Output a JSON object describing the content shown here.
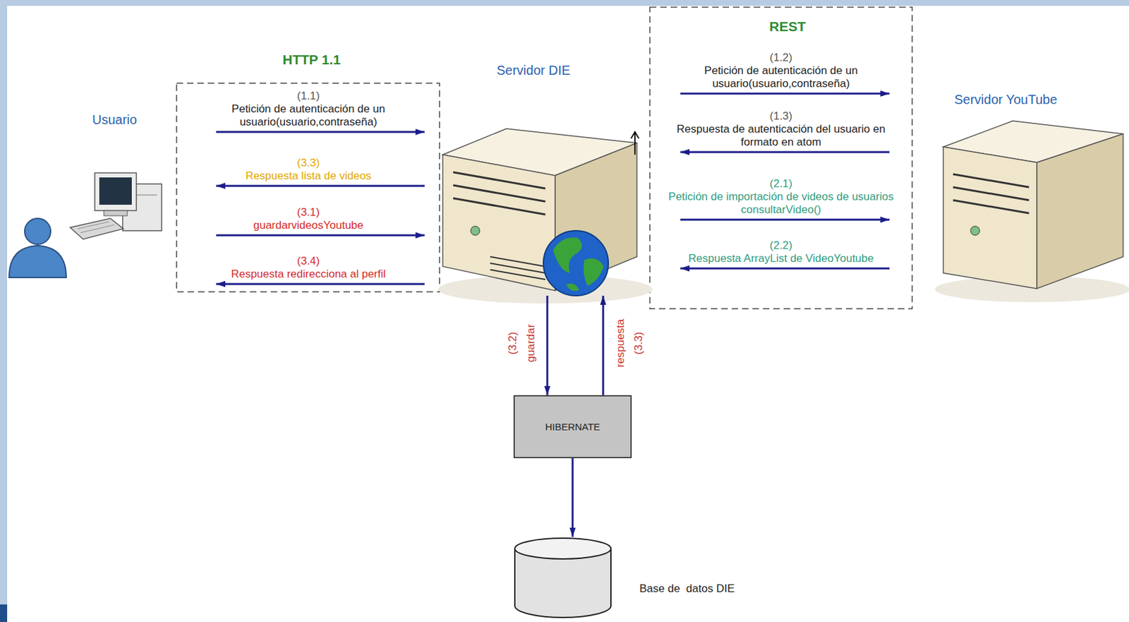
{
  "diagram": {
    "nodes": [
      {
        "text": [
          "Usuario"
        ]
      },
      {
        "text": [
          "Servidor DIE"
        ]
      },
      {
        "text": [
          "Servidor YouTube"
        ]
      },
      {
        "text": [
          "HIBERNATE"
        ]
      },
      {
        "text": [
          "Base de  datos DIE"
        ]
      }
    ],
    "edges": [
      {
        "from": 0,
        "to": 1,
        "arrow": "to",
        "label": "Petición de autenticación de un usuario(usuario,contraseña)"
      },
      {
        "from": 1,
        "to": 0,
        "arrow": "to",
        "label": "Respuesta lista de videos"
      },
      {
        "from": 0,
        "to": 1,
        "arrow": "to",
        "label": "guardarvideosYoutube"
      },
      {
        "from": 1,
        "to": 0,
        "arrow": "to",
        "label": "Respuesta redirecciona al perfil"
      },
      {
        "from": 1,
        "to": 2,
        "arrow": "to",
        "label": "Petición de autenticación de un usuario(usuario,contraseña)"
      },
      {
        "from": 2,
        "to": 1,
        "arrow": "to",
        "label": "Respuesta de autenticación del usuario en formato en atom"
      },
      {
        "from": 1,
        "to": 2,
        "arrow": "to",
        "label": "Petición de importación de videos de usuarios consultarVideo()"
      },
      {
        "from": 2,
        "to": 1,
        "arrow": "to",
        "label": "Respuesta ArrayList de VideoYoutube"
      },
      {
        "from": 1,
        "to": 3,
        "arrow": "to",
        "label": "guardar"
      },
      {
        "from": 3,
        "to": 1,
        "arrow": "to",
        "label": "respuesta"
      },
      {
        "from": 3,
        "to": 4,
        "arrow": "to"
      }
    ],
    "labels": [
      "HTTP 1.1",
      "REST",
      "(1.1)",
      "(3.3)",
      "(3.1)",
      "(3.4)",
      "(1.2)",
      "(1.3)",
      "(2.1)",
      "(2.2)",
      "(3.2)",
      "(3.3)"
    ]
  }
}
